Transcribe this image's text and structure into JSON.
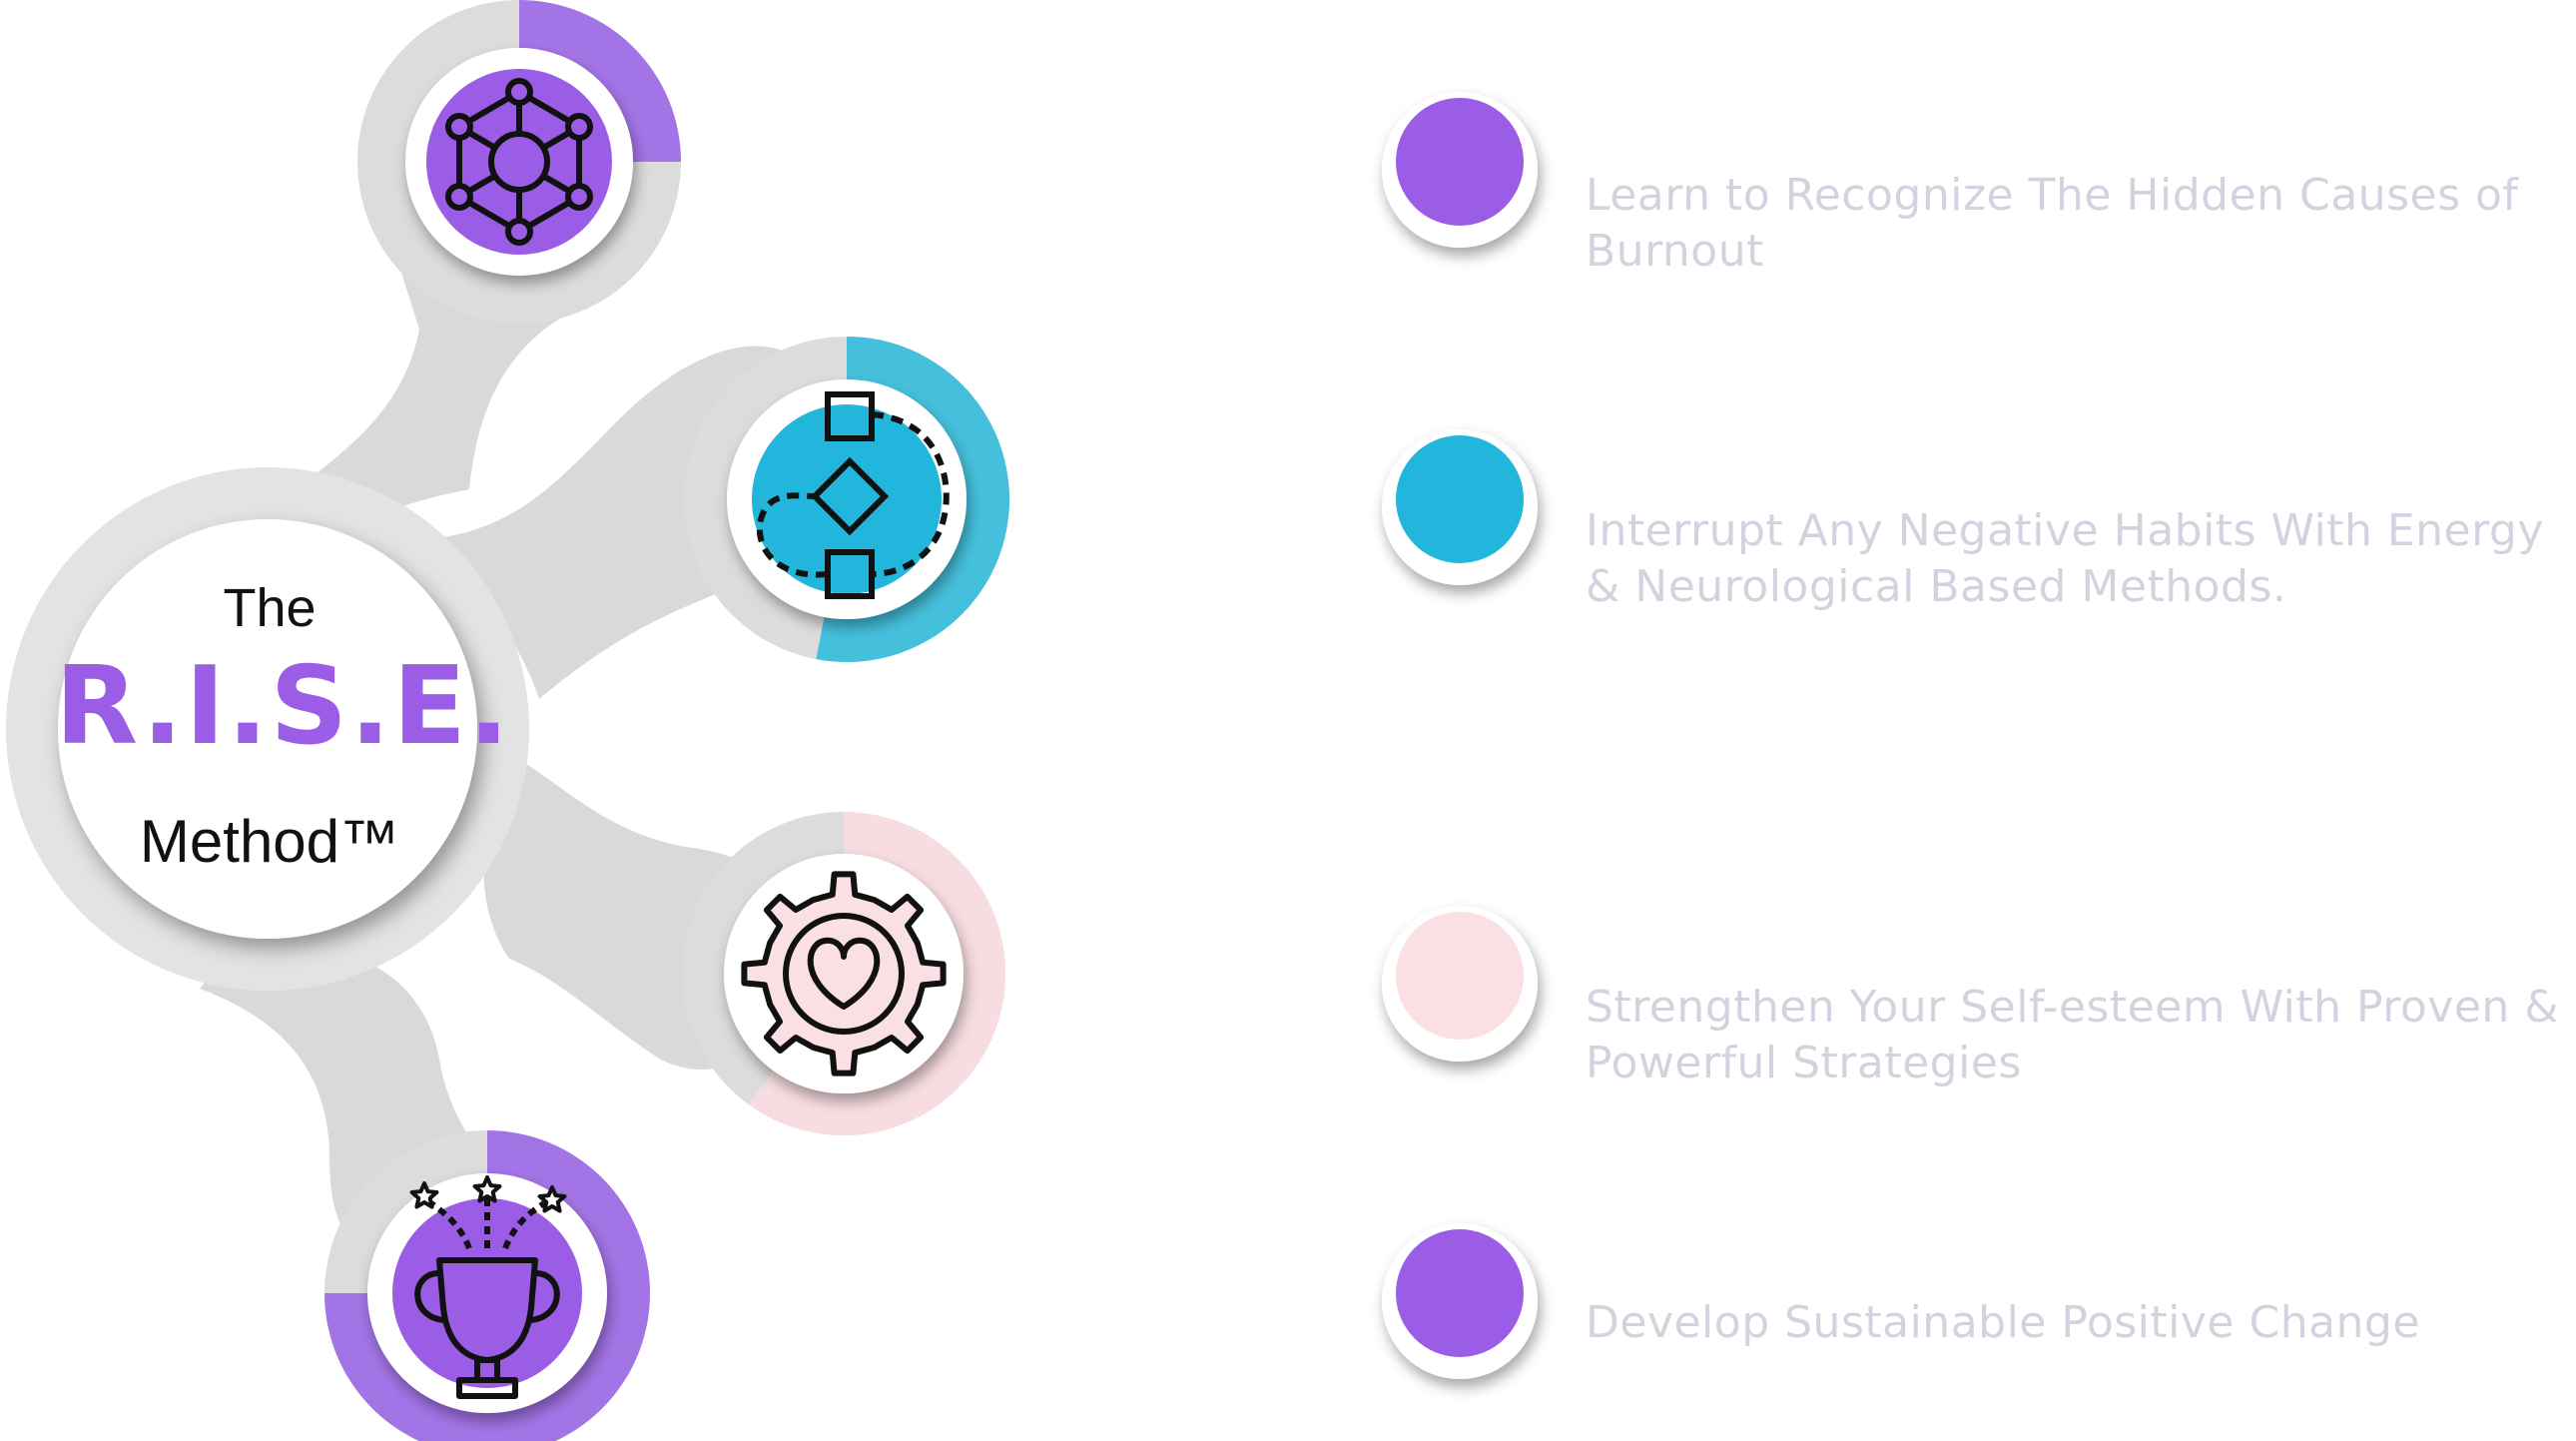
{
  "hub": {
    "line1": "The",
    "line2": "R.I.S.E.",
    "line3": "Method™"
  },
  "colors": {
    "purple": "#9b5de5",
    "cyan": "#22b6dc",
    "pink": "#fbe0e3",
    "connector_gray": "#d9d9d9",
    "text_muted": "#d4d2de"
  },
  "items": [
    {
      "text": "Learn to Recognize The Hidden Causes of Burnout",
      "color": "#9b5de5",
      "icon": "network-hexagon-icon",
      "progress": 0.25
    },
    {
      "text": "Interrupt Any Negative Habits With Energy & Neurological Based Methods.",
      "color": "#22b6dc",
      "icon": "flowchart-icon",
      "progress": 0.53
    },
    {
      "text": "Strengthen Your Self-esteem With Proven & Powerful Strategies",
      "color": "#fbe0e3",
      "icon": "gear-heart-icon",
      "progress": 0.6
    },
    {
      "text": "Develop Sustainable Positive Change",
      "color": "#9b5de5",
      "icon": "trophy-icon",
      "progress": 0.75
    }
  ]
}
